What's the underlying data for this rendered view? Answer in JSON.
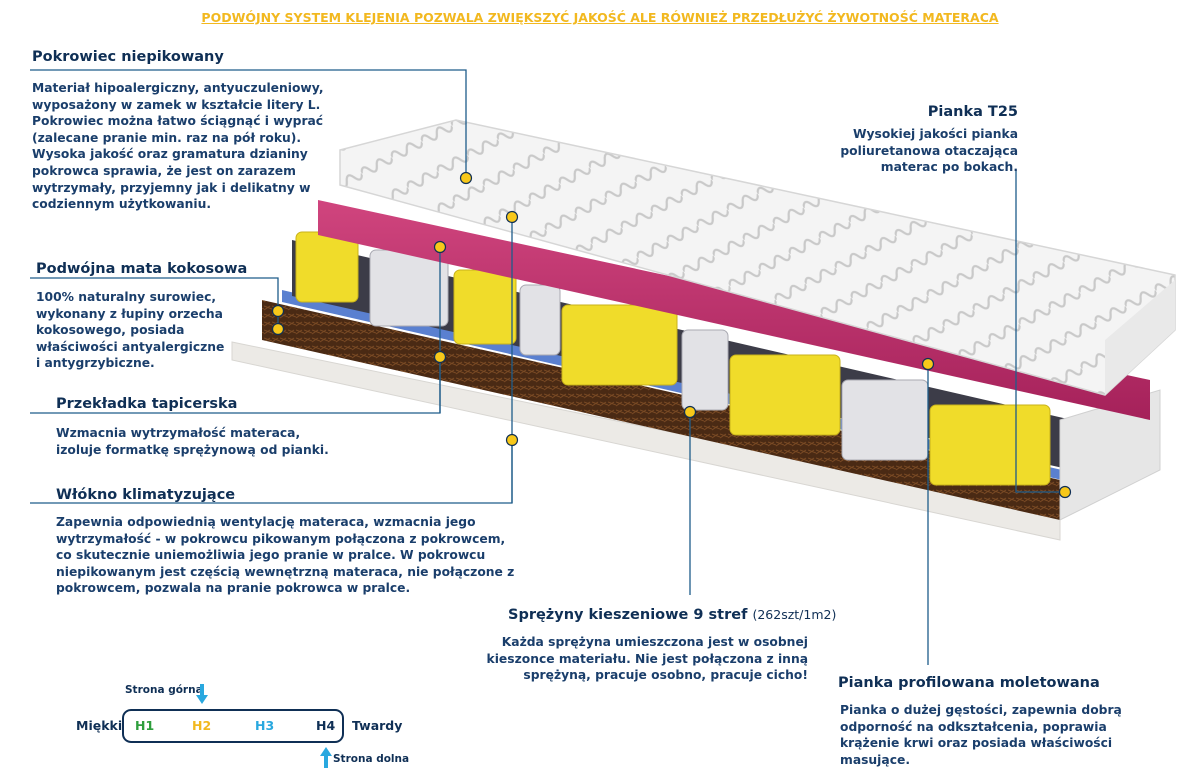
{
  "headline": "PODWÓJNY SYSTEM KLEJENIA POZWALA ZWIĘKSZYĆ JAKOŚĆ ALE RÓWNIEŻ PRZEDŁUŻYĆ ŻYWOTNOŚĆ MATERACA",
  "labels": {
    "cover": {
      "title": "Pokrowiec  niepikowany",
      "lines": [
        "Materiał hipoalergiczny, antyuczuleniowy,",
        "wyposażony w zamek w kształcie litery L.",
        "Pokrowiec można łatwo ściągnąć i wyprać",
        "(zalecane pranie min.  raz na pół roku).",
        "Wysoka jakość oraz gramatura dzianiny",
        "pokrowca sprawia, że jest on zarazem",
        "wytrzymały, przyjemny jak i delikatny w",
        "codziennym użytkowaniu."
      ]
    },
    "coconut": {
      "title": "Podwójna mata kokosowa",
      "lines": [
        "100% naturalny surowiec,",
        "wykonany z łupiny orzecha",
        "kokosowego, posiada",
        "właściwości antyalergiczne",
        "i antygrzybiczne."
      ]
    },
    "spacer": {
      "title": "Przekładka tapicerska",
      "lines": [
        "Wzmacnia wytrzymałość materaca,",
        "izoluje formatkę sprężynową od pianki."
      ]
    },
    "fiber": {
      "title": "Włókno klimatyzujące",
      "lines": [
        "Zapewnia odpowiednią wentylację materaca, wzmacnia jego",
        "wytrzymałość - w pokrowcu pikowanym połączona z pokrowcem,",
        "co skutecznie uniemożliwia jego pranie w pralce. W pokrowcu",
        "niepikowanym jest częścią wewnętrzną materaca, nie połączone z",
        "pokrowcem, pozwala na pranie pokrowca w pralce."
      ]
    },
    "foam_t25": {
      "title": "Pianka T25",
      "lines": [
        "Wysokiej jakości pianka",
        "poliuretanowa otaczająca",
        "materac po bokach."
      ]
    },
    "springs": {
      "title": "Sprężyny kieszeniowe 9 stref",
      "subtitle": "(262szt/1m2)",
      "lines": [
        "Każda sprężyna umieszczona jest w osobnej",
        "kieszonce materiału. Nie jest połączona z inną",
        "sprężyną, pracuje osobno, pracuje cicho!"
      ]
    },
    "profiled_foam": {
      "title": "Pianka profilowana moletowana",
      "lines": [
        "Pianka o dużej gęstości, zapewnia dobrą",
        "odporność na odkształcenia, poprawia",
        "krążenie krwi oraz posiada właściwości",
        "masujące."
      ]
    }
  },
  "scale": {
    "top_side": "Strona górna",
    "bottom_side": "Strona dolna",
    "soft": "Miękki",
    "hard": "Twardy",
    "levels": [
      "H1",
      "H2",
      "H3",
      "H4"
    ],
    "level_colors": [
      "#2e9e3c",
      "#f2b81f",
      "#29a8df",
      "#0f2f55"
    ]
  }
}
